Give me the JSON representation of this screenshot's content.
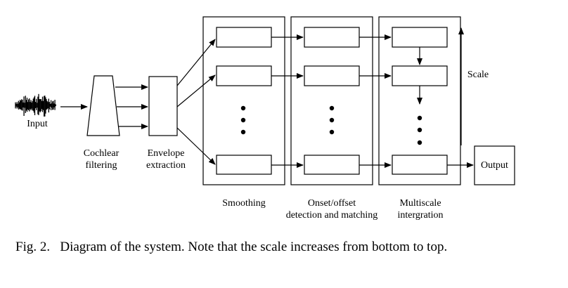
{
  "labels": {
    "input": "Input",
    "cochlear_line1": "Cochlear",
    "cochlear_line2": "filtering",
    "envelope_line1": "Envelope",
    "envelope_line2": "extraction",
    "smoothing": "Smoothing",
    "onset_line1": "Onset/offset",
    "onset_line2": "detection and matching",
    "multiscale_line1": "Multiscale",
    "multiscale_line2": "intergration",
    "scale": "Scale",
    "output": "Output"
  },
  "caption": {
    "figure_label": "Fig. 2.",
    "text": "Diagram of the system. Note that the scale increases from bottom to top."
  }
}
